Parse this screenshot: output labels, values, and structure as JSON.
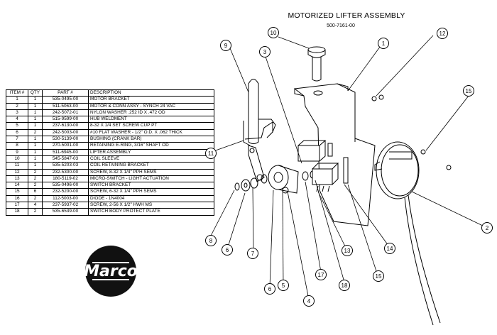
{
  "title": "MOTORIZED LIFTER ASSEMBLY",
  "part_number": "500-7161-00",
  "logo_text": "Marco",
  "parts_table": {
    "headers": [
      "ITEM #",
      "QTY",
      "PART #",
      "DESCRIPTION"
    ],
    "rows": [
      [
        "1",
        "1",
        "535-0495-00",
        "MOTOR BRACKET"
      ],
      [
        "2",
        "1",
        "511-5063-00",
        "MOTOR & CONN ASSY - SYNCH 24 VAC"
      ],
      [
        "3",
        "1",
        "242-5072-01",
        "NYLON WASHER .252 ID X .472 OD"
      ],
      [
        "4",
        "1",
        "515-9599-00",
        "HUB WELDMENT"
      ],
      [
        "5",
        "1",
        "237-6130-00",
        "8-32 X 1/4 SET SCREW CUP PT"
      ],
      [
        "6",
        "2",
        "242-5003-00",
        "#10 FLAT WASHER - 1/2\" O.D. X .062 THICK"
      ],
      [
        "7",
        "1",
        "530-5139-00",
        "BUSHING (CRANK BAR)"
      ],
      [
        "8",
        "1",
        "270-5001-00",
        "RETAINING E-RING,  3/16\" SHAFT OD"
      ],
      [
        "9",
        "1",
        "511-6945-00",
        "LIFTER ASSEMBLY"
      ],
      [
        "10",
        "1",
        "545-5847-03",
        "COIL SLEEVE"
      ],
      [
        "11",
        "1",
        "535-5203-03",
        "COIL RETAINING BRACKET"
      ],
      [
        "12",
        "2",
        "232-5300-00",
        "SCREW, 8-32 X 1/4\" PPH SEMS"
      ],
      [
        "13",
        "2",
        "180-5119-02",
        "MICRO-SWITCH - LIGHT ACTUATION"
      ],
      [
        "14",
        "2",
        "535-0496-00",
        "SWITCH BRACKET"
      ],
      [
        "15",
        "6",
        "232-5200-00",
        "SCREW, 6-32 X 1/4\" PPH SEMS"
      ],
      [
        "16",
        "2",
        "112-5003-00",
        "DIODE - 1N4004"
      ],
      [
        "17",
        "4",
        "237-5937-02",
        "SCREW, 2-56 X 1/2\" HWH MS"
      ],
      [
        "18",
        "2",
        "535-6539-00",
        "SWITCH BODY PROTECT PLATE"
      ]
    ]
  },
  "callouts": [
    "10",
    "12",
    "1",
    "9",
    "3",
    "15",
    "11",
    "2",
    "8",
    "6",
    "7",
    "13",
    "14",
    "15",
    "17",
    "18",
    "6",
    "5",
    "4"
  ]
}
